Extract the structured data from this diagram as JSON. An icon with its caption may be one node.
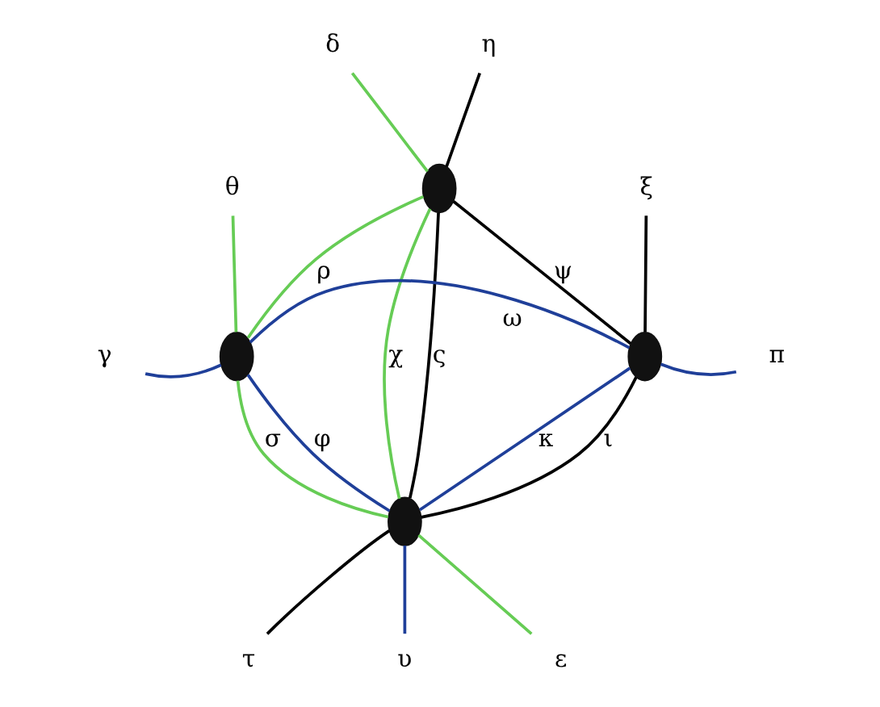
{
  "diagram": {
    "nodes": [
      {
        "text": [
          "δ"
        ]
      },
      {
        "text": [
          "η"
        ]
      },
      {
        "text": [],
        "shape": "ellipse"
      },
      {
        "text": [
          "θ"
        ]
      },
      {
        "text": [
          "γ"
        ]
      },
      {
        "text": [],
        "shape": "ellipse"
      },
      {
        "text": [],
        "shape": "ellipse"
      },
      {
        "text": [
          "ξ"
        ]
      },
      {
        "text": [
          "π"
        ]
      },
      {
        "text": [],
        "shape": "ellipse"
      },
      {
        "text": [
          "τ"
        ]
      },
      {
        "text": [
          "υ"
        ]
      },
      {
        "text": [
          "ε"
        ]
      }
    ],
    "edges": [
      {
        "from": 0,
        "to": 2,
        "arrow": "none",
        "color": "#66cc55"
      },
      {
        "from": 1,
        "to": 2,
        "arrow": "none",
        "color": "#000000"
      },
      {
        "from": 5,
        "to": 2,
        "arrow": "none",
        "label": "ρ",
        "color": "#66cc55"
      },
      {
        "from": 2,
        "to": 6,
        "arrow": "none",
        "label": "ψ",
        "color": "#000000"
      },
      {
        "from": 3,
        "to": 5,
        "arrow": "none",
        "color": "#66cc55"
      },
      {
        "from": 4,
        "to": 5,
        "arrow": "none",
        "color": "#1f3f99"
      },
      {
        "from": 5,
        "to": 6,
        "arrow": "none",
        "label": "ω",
        "color": "#1f3f99"
      },
      {
        "from": 6,
        "to": 7,
        "arrow": "none",
        "color": "#000000"
      },
      {
        "from": 6,
        "to": 8,
        "arrow": "none",
        "color": "#1f3f99"
      },
      {
        "from": 5,
        "to": 9,
        "arrow": "none",
        "label": "φ",
        "color": "#1f3f99"
      },
      {
        "from": 5,
        "to": 9,
        "arrow": "none",
        "label": "σ",
        "color": "#66cc55"
      },
      {
        "from": 2,
        "to": 9,
        "arrow": "none",
        "label": "χ",
        "color": "#66cc55"
      },
      {
        "from": 2,
        "to": 9,
        "arrow": "none",
        "label": "ς",
        "color": "#000000"
      },
      {
        "from": 6,
        "to": 9,
        "arrow": "none",
        "label": "ι",
        "color": "#000000"
      },
      {
        "from": 6,
        "to": 9,
        "arrow": "none",
        "label": "κ",
        "color": "#1f3f99"
      },
      {
        "from": 9,
        "to": 10,
        "arrow": "none",
        "color": "#000000"
      },
      {
        "from": 9,
        "to": 11,
        "arrow": "none",
        "color": "#1f3f99"
      },
      {
        "from": 9,
        "to": 12,
        "arrow": "none",
        "color": "#66cc55"
      }
    ]
  }
}
